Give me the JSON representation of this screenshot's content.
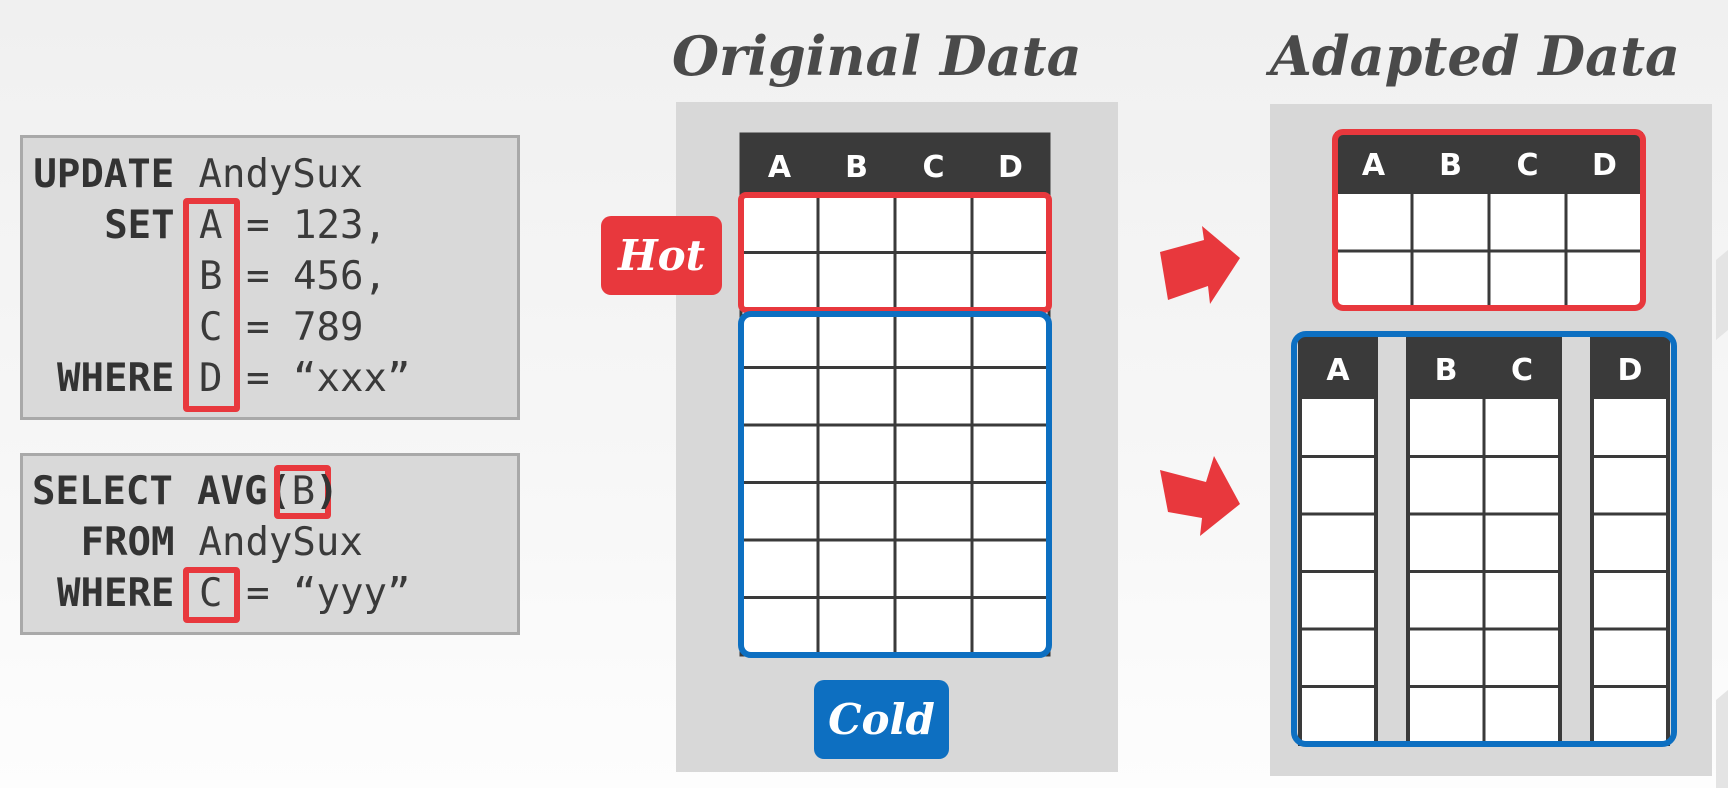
{
  "colors": {
    "hot": "#e8383d",
    "cold": "#0d6fc1",
    "header": "#3a3a3a",
    "panel": "#d8d8d8"
  },
  "query1": {
    "lines": [
      {
        "kw": "UPDATE",
        "col": "",
        "rest": " AndySux"
      },
      {
        "kw": "SET",
        "col": "A",
        "rest": " = 123,"
      },
      {
        "kw": "",
        "col": "B",
        "rest": " = 456,"
      },
      {
        "kw": "",
        "col": "C",
        "rest": " = 789"
      },
      {
        "kw": "WHERE",
        "col": "D",
        "rest": " = “xxx”"
      }
    ]
  },
  "query2": {
    "lines": [
      {
        "kw": "SELECT",
        "pre": " AVG(",
        "col": "B",
        "rest": ")"
      },
      {
        "kw": "FROM",
        "pre": " AndySux",
        "col": "",
        "rest": ""
      },
      {
        "kw": "WHERE",
        "pre": "",
        "col": "C",
        "rest": " = “yyy”"
      }
    ]
  },
  "original": {
    "title": "Original Data",
    "columns": [
      "A",
      "B",
      "C",
      "D"
    ],
    "hot_rows": 2,
    "cold_rows": 6
  },
  "adapted": {
    "title": "Adapted Data",
    "hot_table": {
      "columns": [
        "A",
        "B",
        "C",
        "D"
      ],
      "rows": 2
    },
    "cold_groups": [
      {
        "columns": [
          "A"
        ]
      },
      {
        "columns": [
          "B",
          "C"
        ]
      },
      {
        "columns": [
          "D"
        ]
      }
    ],
    "cold_rows": 6
  },
  "labels": {
    "hot": "Hot",
    "cold": "Cold"
  }
}
